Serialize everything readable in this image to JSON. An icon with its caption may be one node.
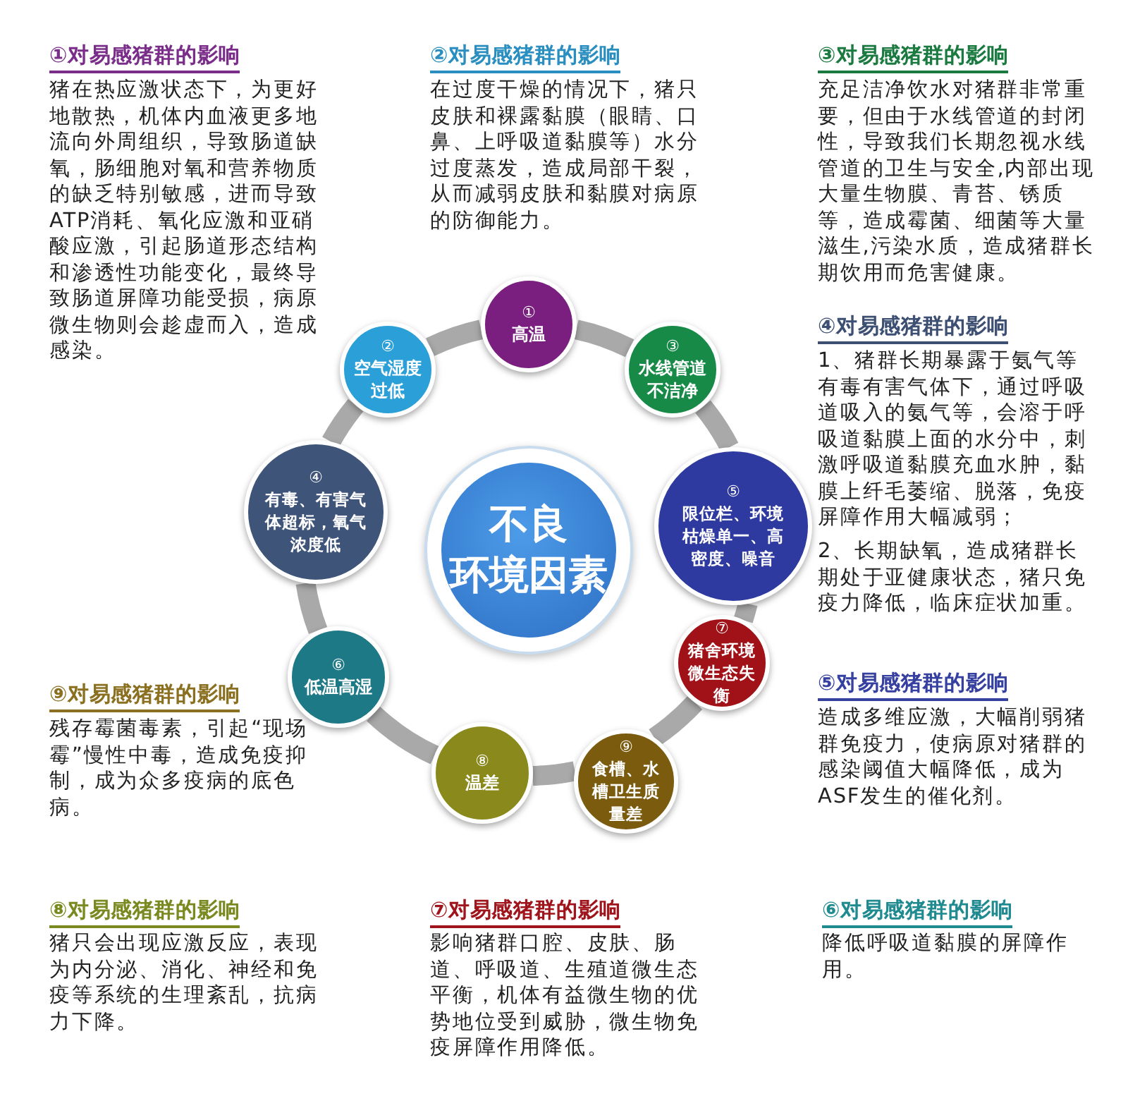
{
  "diagram": {
    "nodes": [
      {
        "text": [
          "不良环境因素"
        ]
      },
      {
        "text": [
          "①",
          "高温"
        ]
      },
      {
        "text": [
          "②",
          "空气湿度过低"
        ]
      },
      {
        "text": [
          "③",
          "水线管道不洁净"
        ]
      },
      {
        "text": [
          "④",
          "有毒、有害气体超标，氧气浓度低"
        ]
      },
      {
        "text": [
          "⑤",
          "限位栏、环境枯燥单一、高密度、噪音"
        ]
      },
      {
        "text": [
          "⑥",
          "低温高湿"
        ]
      },
      {
        "text": [
          "⑦",
          "猪舍环境微生态失衡"
        ]
      },
      {
        "text": [
          "⑧",
          "温差"
        ]
      },
      {
        "text": [
          "⑨",
          "食槽、水槽卫生质量差"
        ]
      }
    ],
    "edges": [
      {
        "from": 1,
        "to": 3,
        "arrow": "none"
      },
      {
        "from": 3,
        "to": 5,
        "arrow": "none"
      },
      {
        "from": 5,
        "to": 7,
        "arrow": "none"
      },
      {
        "from": 7,
        "to": 9,
        "arrow": "none"
      },
      {
        "from": 9,
        "to": 8,
        "arrow": "none"
      },
      {
        "from": 8,
        "to": 6,
        "arrow": "none"
      },
      {
        "from": 6,
        "to": 4,
        "arrow": "none"
      },
      {
        "from": 4,
        "to": 2,
        "arrow": "none"
      },
      {
        "from": 2,
        "to": 1,
        "arrow": "none"
      }
    ],
    "labels": [
      "①对易感猪群的影响",
      "猪在热应激状态下，为更好地散热，机体内血液更多地流向外周组织，导致肠道缺氧，肠细胞对氧和营养物质的缺乏特别敏感，进而导致ATP消耗、氧化应激和亚硝酸应激，引起肠道形态结构和渗透性功能变化，最终导致肠道屏障功能受损，病原微生物则会趁虚而入，造成感染。",
      "②对易感猪群的影响",
      "在过度干燥的情况下，猪只皮肤和裸露黏膜（眼睛、口鼻、上呼吸道黏膜等）水分过度蒸发，造成局部干裂，从而减弱皮肤和黏膜对病原的防御能力。",
      "③对易感猪群的影响",
      "充足洁净饮水对猪群非常重要，但由于水线管道的封闭性，导致我们长期忽视水线管道的卫生与安全,内部出现大量生物膜、青苔、锈质等，造成霉菌、细菌等大量滋生,污染水质，造成猪群长期饮用而危害健康。",
      "④对易感猪群的影响",
      "1、猪群长期暴露于氨气等有毒有害气体下，通过呼吸道吸入的氨气等，会溶于呼吸道黏膜上面的水分中，刺激呼吸道黏膜充血水肿，黏膜上纤毛萎缩、脱落，免疫屏障作用大幅减弱；",
      "2、长期缺氧，造成猪群长期处于亚健康状态，猪只免疫力降低，临床症状加重。",
      "⑨对易感猪群的影响",
      "残存霉菌毒素，引起“现场霉”慢性中毒，造成免疫抑制，成为众多疫病的底色病。",
      "⑤对易感猪群的影响",
      "造成多维应激，大幅削弱猪群免疫力，使病原对猪群的感染阈值大幅降低，成为ASF发生的催化剂。",
      "⑧对易感猪群的影响",
      "猪只会出现应激反应，表现为内分泌、消化、神经和免疫等系统的生理紊乱，抗病力下降。",
      "⑦对易感猪群的影响",
      "影响猪群口腔、皮肤、肠道、呼吸道、生殖道微生态平衡，机体有益微生物的优势地位受到威胁，微生物免疫屏障作用降低。",
      "⑥对易感猪群的影响",
      "降低呼吸道黏膜的屏障作用。"
    ]
  }
}
